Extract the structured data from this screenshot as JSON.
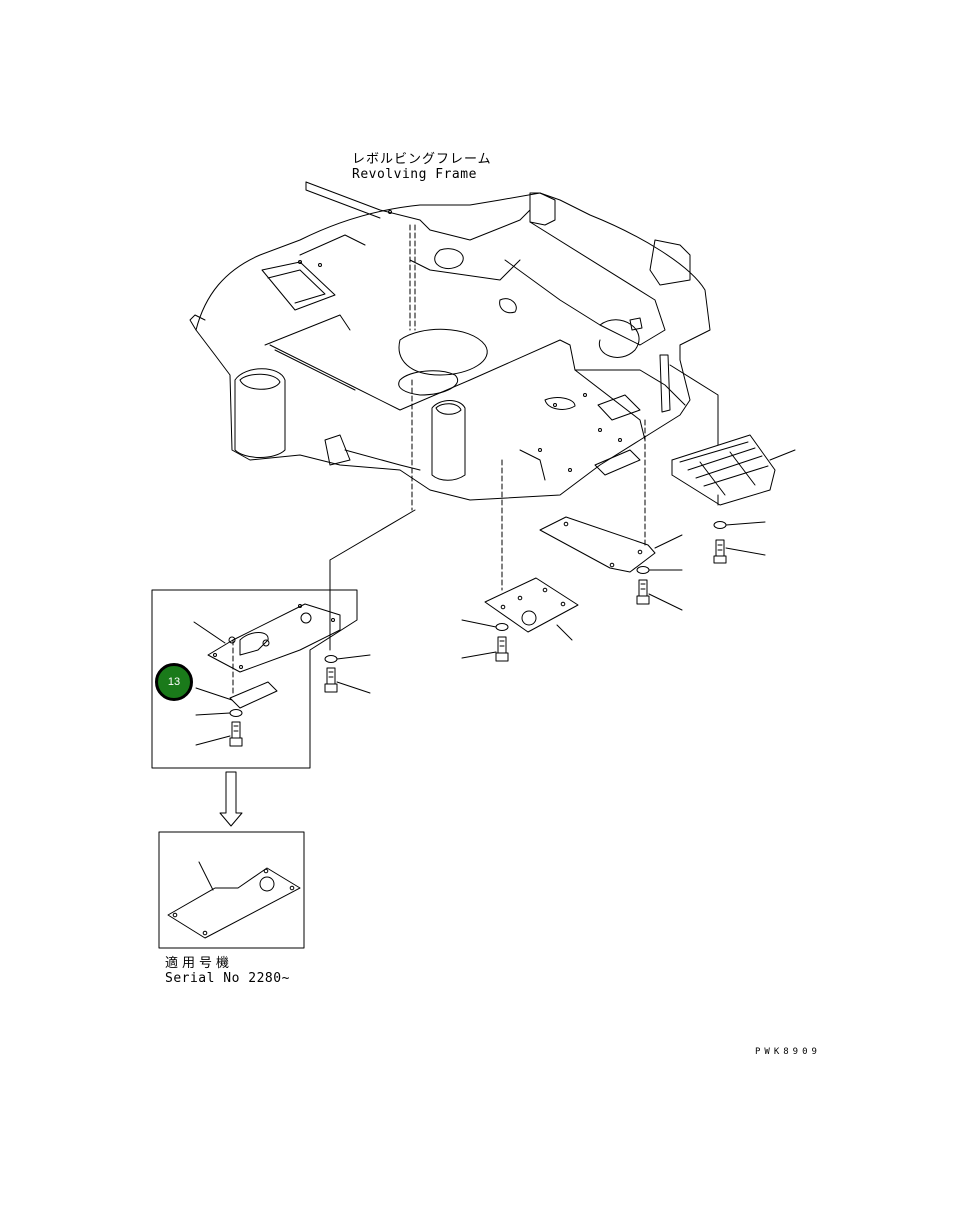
{
  "frame_label": {
    "japanese": "レボルビングフレーム",
    "english": "Revolving Frame"
  },
  "serial_label": {
    "japanese": "適用号機",
    "english": "Serial No 2280~"
  },
  "callout": {
    "number": "13",
    "color": "#1a7a1a"
  },
  "drawing_code": "PWK8909"
}
